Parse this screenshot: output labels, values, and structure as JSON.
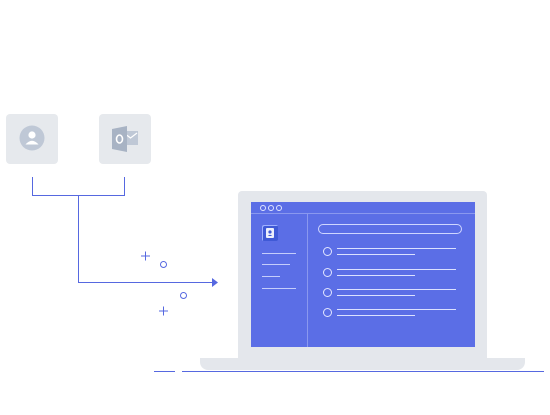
{
  "source_tiles": [
    {
      "name": "contacts-source",
      "icon": "contacts-person-icon"
    },
    {
      "name": "outlook-source",
      "icon": "outlook-icon"
    }
  ],
  "target": {
    "device": "laptop",
    "window": {
      "app_icon": "contacts-card-icon",
      "list_rows": 4
    }
  },
  "colors": {
    "accent": "#5b6ee6",
    "tile": "#e6e9ed",
    "tile_icon": "#bfc8d6",
    "laptop": "#e4e7ec",
    "connector": "#5668e0"
  }
}
